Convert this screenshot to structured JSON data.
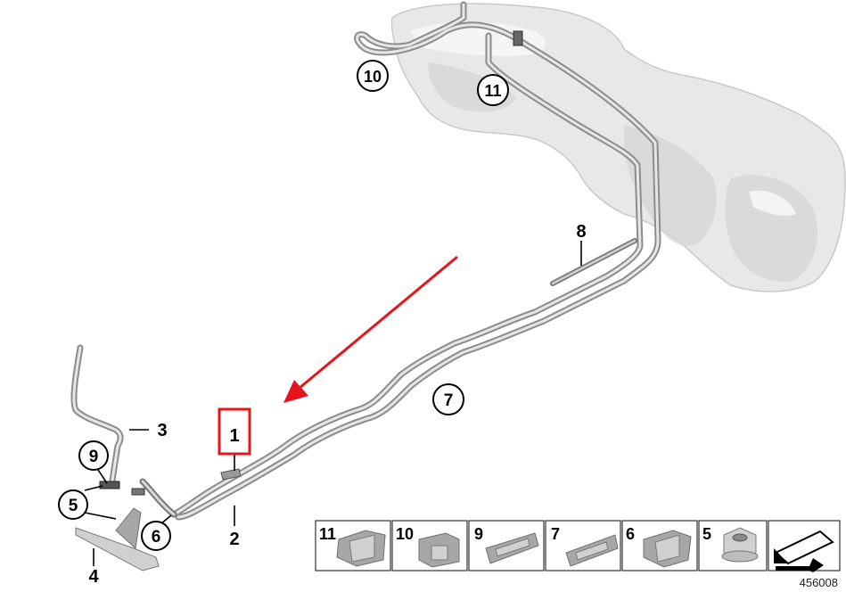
{
  "diagram": {
    "callouts": {
      "c1": "1",
      "c2": "2",
      "c3": "3",
      "c4": "4",
      "c5": "5",
      "c6": "6",
      "c7": "7",
      "c8": "8",
      "c9": "9",
      "c10": "10",
      "c11": "11"
    },
    "highlight_color": "#e8141b",
    "arrow_color": "#e8141b"
  },
  "legend": {
    "items": [
      "11",
      "10",
      "9",
      "7",
      "6",
      "5"
    ]
  },
  "image_number": "456008"
}
